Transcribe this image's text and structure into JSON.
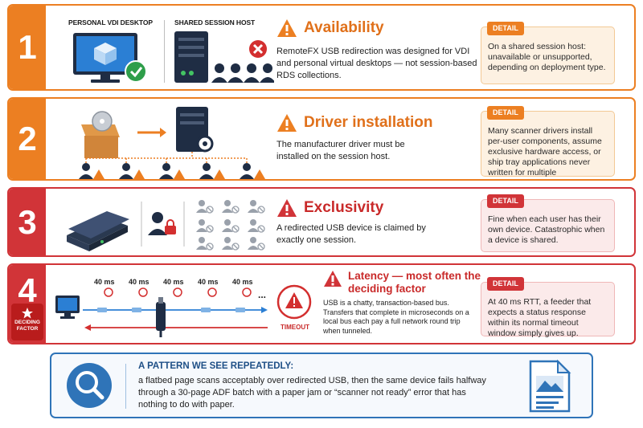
{
  "rows": [
    {
      "number": "1",
      "caption_left": "PERSONAL VDI DESKTOP",
      "caption_right": "SHARED SESSION HOST",
      "title": "Availability",
      "body": "RemoteFX USB redirection was designed for VDI and personal virtual desktops — not session-based RDS collections.",
      "detail_label": "DETAIL",
      "detail": "On a shared session host: unavailable or unsupported, depending on deployment type."
    },
    {
      "number": "2",
      "title": "Driver installation",
      "body": "The manufacturer driver must be installed on the session host.",
      "detail_label": "DETAIL",
      "detail": "Many scanner drivers install per-user components, assume exclusive hardware access, or ship tray applications never written for multiple simultaneous sessions."
    },
    {
      "number": "3",
      "title": "Exclusivity",
      "body": "A redirected USB device is claimed by exactly one session.",
      "detail_label": "DETAIL",
      "detail": "Fine when each user has their own device. Catastrophic when a device is shared."
    },
    {
      "number": "4",
      "badge": "DECIDING FACTOR",
      "latency_labels": [
        "40 ms",
        "40 ms",
        "40 ms",
        "40 ms",
        "40 ms"
      ],
      "ellipsis": "...",
      "timeout": "TIMEOUT",
      "title": "Latency — most often the deciding factor",
      "body": "USB is a chatty, transaction-based bus. Transfers that complete in microseconds on a local bus each pay a full network round trip when tunneled.",
      "detail_label": "DETAIL",
      "detail": "At 40 ms RTT, a feeder that expects a status response within its normal timeout window simply gives up."
    }
  ],
  "banner": {
    "heading": "A PATTERN WE SEE REPEATEDLY:",
    "text": "a flatbed page scans acceptably over redirected USB, then the same device fails halfway through a 30-page ADF batch with a paper jam or “scanner not ready” error that has nothing to do with paper."
  },
  "colors": {
    "orange": "#ec7f22",
    "red": "#d13438",
    "blue": "#2f74b8",
    "navy": "#1f2d44"
  }
}
